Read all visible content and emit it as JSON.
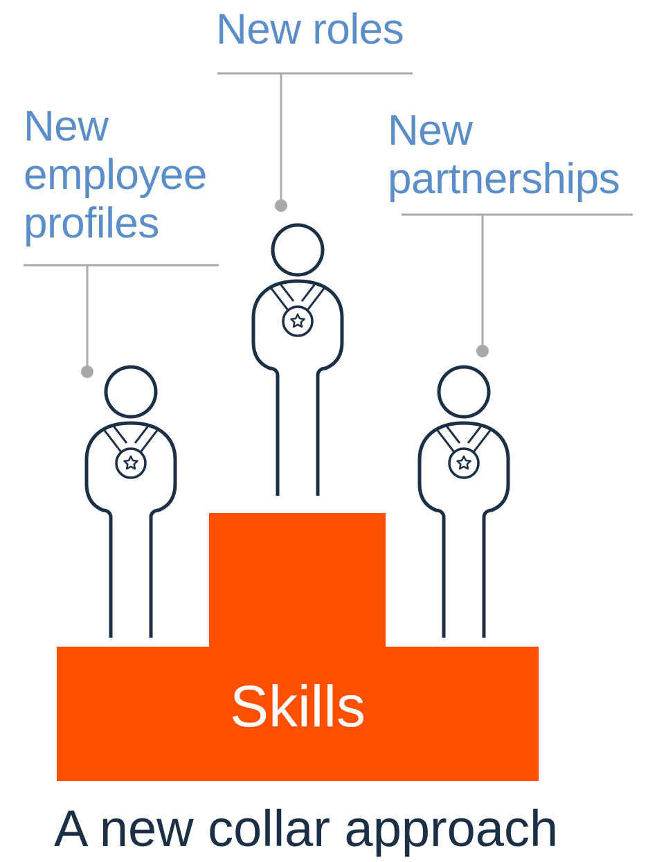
{
  "labels": {
    "center": [
      "New roles"
    ],
    "left": [
      "New",
      "employee",
      "profiles"
    ],
    "right": [
      "New",
      "partnerships"
    ]
  },
  "podium": {
    "text": "Skills"
  },
  "caption": "A new collar approach",
  "colors": {
    "label": "#5b8ec9",
    "podium": "#ff5000",
    "figure_stroke": "#1b2f45",
    "leader_line": "#a9a9a9",
    "caption": "#1b2f45"
  },
  "icons": [
    "person-icon",
    "medal-icon",
    "star-icon"
  ]
}
